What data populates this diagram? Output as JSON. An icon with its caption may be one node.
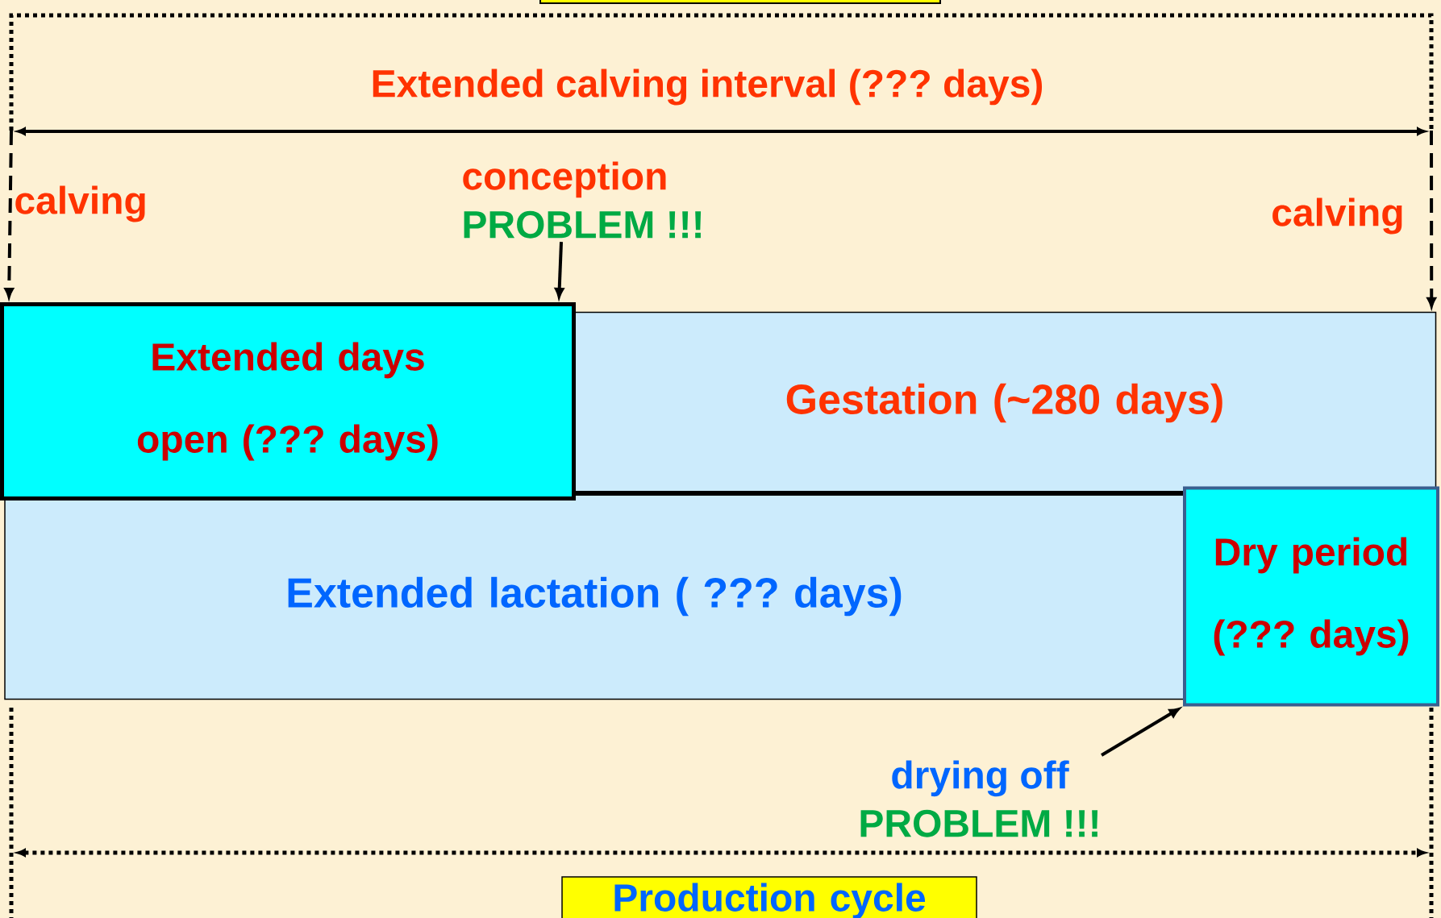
{
  "diagram": {
    "nodes": [
      {
        "text": [],
        "shape": "box"
      },
      {
        "text": [
          "conception",
          "PROBLEM !!!"
        ]
      },
      {
        "text": [
          "Extended days open (??? days)"
        ]
      },
      {
        "text": [
          "Gestation (~280 days)"
        ]
      },
      {
        "text": [
          "Extended lactation ( ??? days)"
        ]
      },
      {
        "text": [
          "Dry period (??? days)"
        ]
      },
      {
        "text": [
          "drying off",
          "PROBLEM !!!"
        ]
      },
      {
        "text": [
          "Production cycle"
        ]
      }
    ],
    "edges": [
      {
        "from": null,
        "to": 2,
        "arrow": "to",
        "style": "dashed"
      },
      {
        "from": 1,
        "to": 2,
        "arrow": "to"
      },
      {
        "from": null,
        "to": 3,
        "arrow": "to",
        "style": "dashed"
      },
      {
        "from": 6,
        "to": 5,
        "arrow": "to"
      }
    ],
    "labels": [
      "Extended calving interval (??? days)",
      "calving",
      "calving"
    ]
  }
}
